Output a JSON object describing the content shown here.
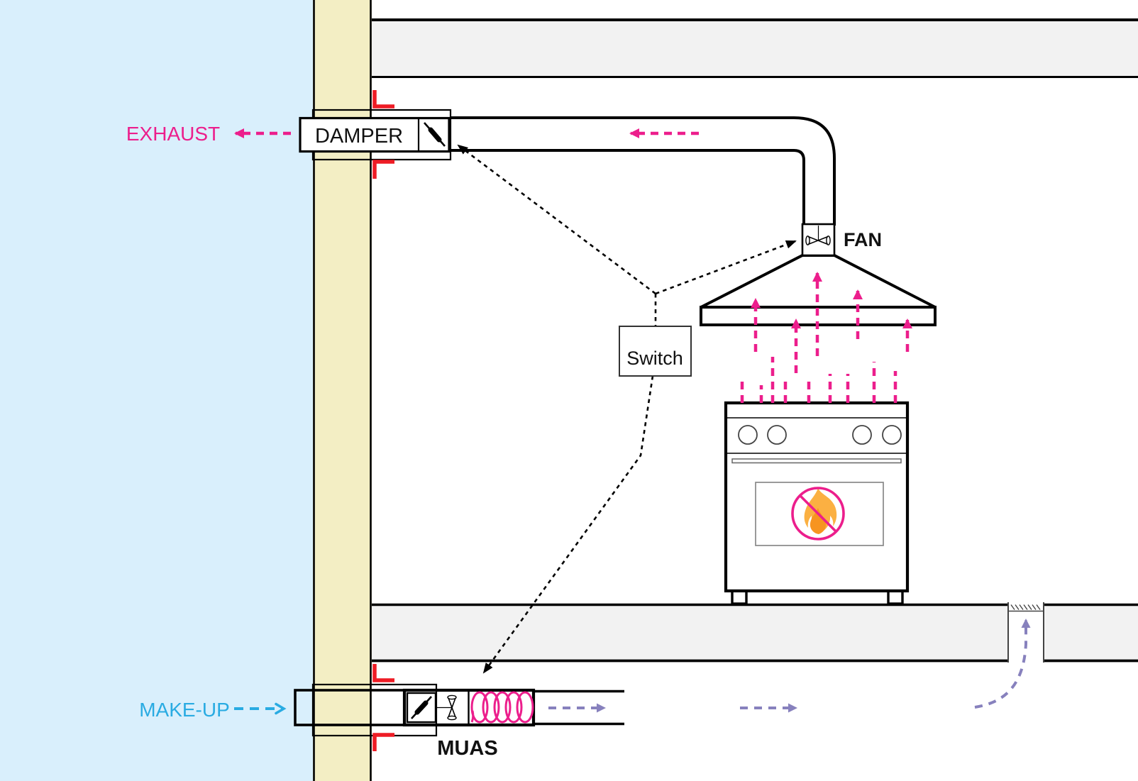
{
  "diagram": {
    "title_context": "Kitchen exhaust and make-up air system section diagram",
    "labels": {
      "exhaust": "EXHAUST",
      "damper": "DAMPER",
      "fan": "FAN",
      "switch": "Switch",
      "makeup": "MAKE-UP",
      "muas": "MUAS"
    },
    "colors": {
      "exhaust_pink": "#EC1E8C",
      "makeup_blue": "#29ABE2",
      "supply_purple": "#8781BD",
      "firestop_red": "#EE1C25",
      "wall_tan": "#F3EEC4",
      "sky_blue": "#D9EFFC",
      "slab_gray": "#F2F2F2",
      "line_black": "#000000",
      "flame_outer": "#FBB042",
      "flame_inner": "#F79420"
    },
    "icons": [
      "damper-blade-icon",
      "fan-blade-icon",
      "heating-coil-icon",
      "no-cooking-icon",
      "vent-grille-icon"
    ]
  }
}
